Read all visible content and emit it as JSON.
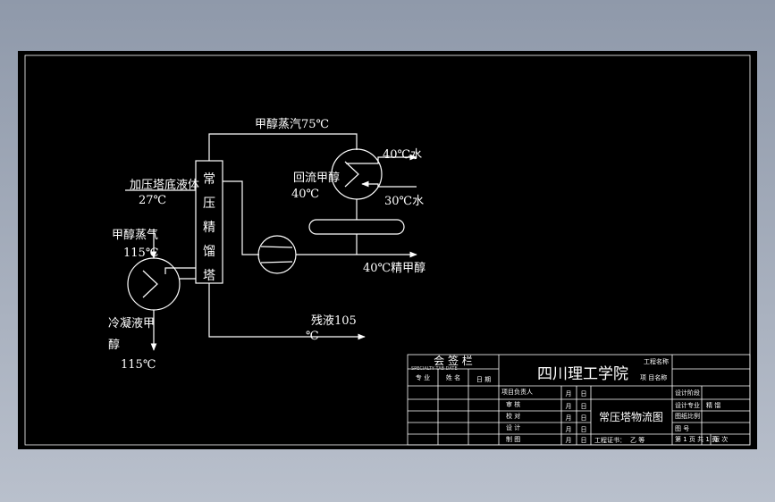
{
  "colors": {
    "background": "#a4adbd",
    "sheet": "#000000",
    "line": "#ffffff"
  },
  "diagram": {
    "column_chars": [
      "常",
      "压",
      "精",
      "馏",
      "塔"
    ],
    "labels": {
      "overhead_vapor": "甲醇蒸汽75℃",
      "feed_line1": "加压塔底液体",
      "feed_line2": "27℃",
      "reflux_name": "回流甲醇",
      "reflux_temp": "40℃",
      "water_out": "40℃水",
      "water_in": "30℃水",
      "product": "40℃精甲醇",
      "steam_line1": "甲醇蒸气",
      "steam_line2": "115℃",
      "condensate_line1": "冷凝液甲",
      "condensate_line2": "醇",
      "condensate_temp": "115℃",
      "residue": "残液105",
      "residue_sub": "℃"
    }
  },
  "title_block": {
    "countersign": "会 签 栏",
    "countersign_sub": "SPECIALTY TAB  DATE",
    "col_specialty": "专 业",
    "col_name": "姓 名",
    "col_date": "日 期",
    "school": "四川理工学院",
    "project_name_label": "工程名称",
    "item_name_label": "项 目名称",
    "design_stage_label": "设计阶段",
    "design_stage_value": "",
    "design_item_label": "设计专业",
    "design_item_value": "精 馏",
    "role_approve": "项目负责人",
    "role_check": "审 核",
    "role_review": "校 对",
    "role_design": "设 计",
    "role_draw": "制 图",
    "col_month": "月",
    "col_day": "日",
    "drawing_title": "常压塔物流图",
    "scale_label": "图纸比例",
    "sheet_label": "图 号",
    "page_label": "第 1 页 共 1 页",
    "version_label": "版 次",
    "project_no": "工程证书：",
    "grade": "乙   等"
  }
}
